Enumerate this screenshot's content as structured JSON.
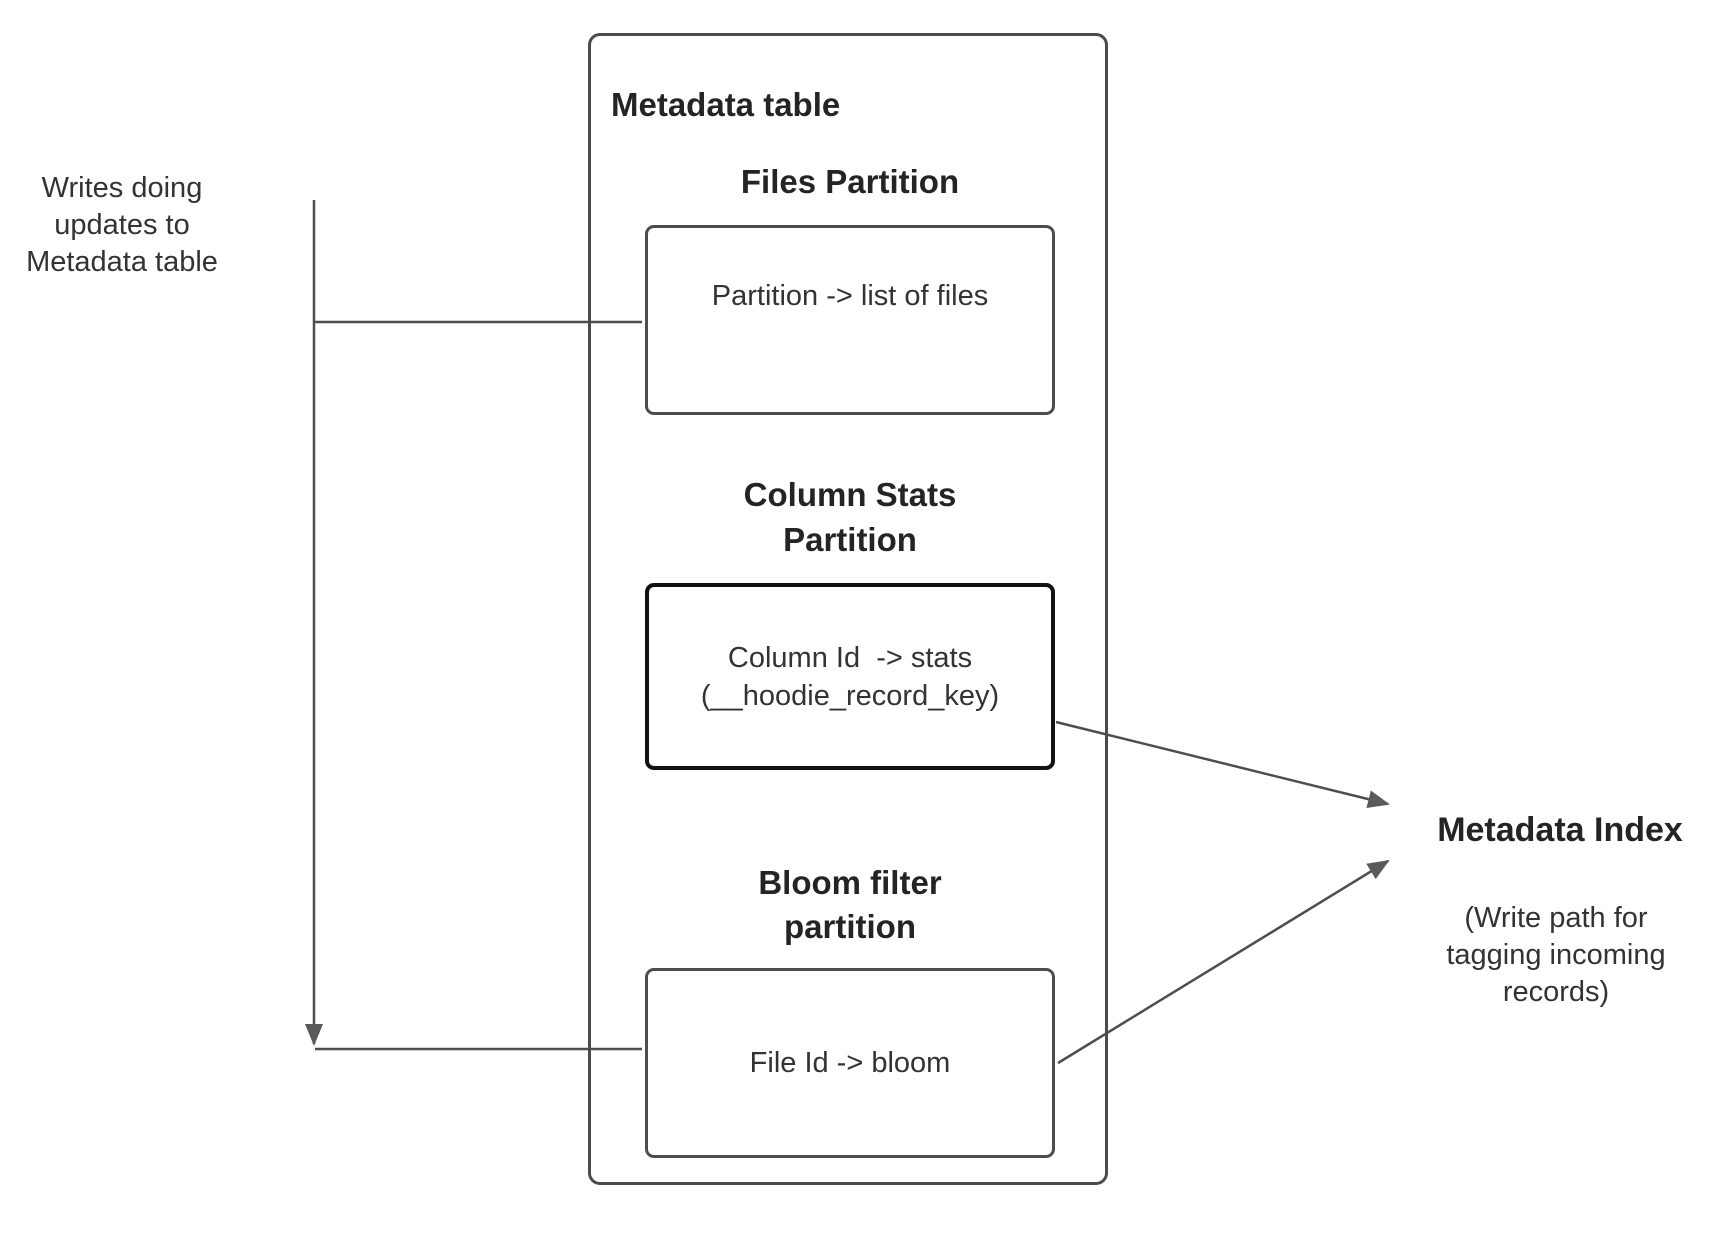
{
  "diagram": {
    "left_note": "Writes doing\nupdates to\nMetadata table",
    "metadata_table": {
      "title": "Metadata table",
      "partitions": [
        {
          "heading": "Files Partition",
          "content": "Partition -> list of files"
        },
        {
          "heading": "Column Stats\nPartition",
          "content": "Column Id  -> stats\n(__hoodie_record_key)"
        },
        {
          "heading": "Bloom filter\npartition",
          "content": "File Id -> bloom"
        }
      ]
    },
    "metadata_index": {
      "title": "Metadata Index",
      "subtitle": "(Write path for\ntagging incoming\nrecords)"
    },
    "colors": {
      "line": "#4e4e4e",
      "arrowhead": "#5a5a5a",
      "outer_border": "#4b4b4b",
      "inner_border": "#4d4d4d",
      "stats_border": "#121212",
      "text": "#333333",
      "heading_text": "#242424",
      "background": "#ffffff"
    }
  }
}
